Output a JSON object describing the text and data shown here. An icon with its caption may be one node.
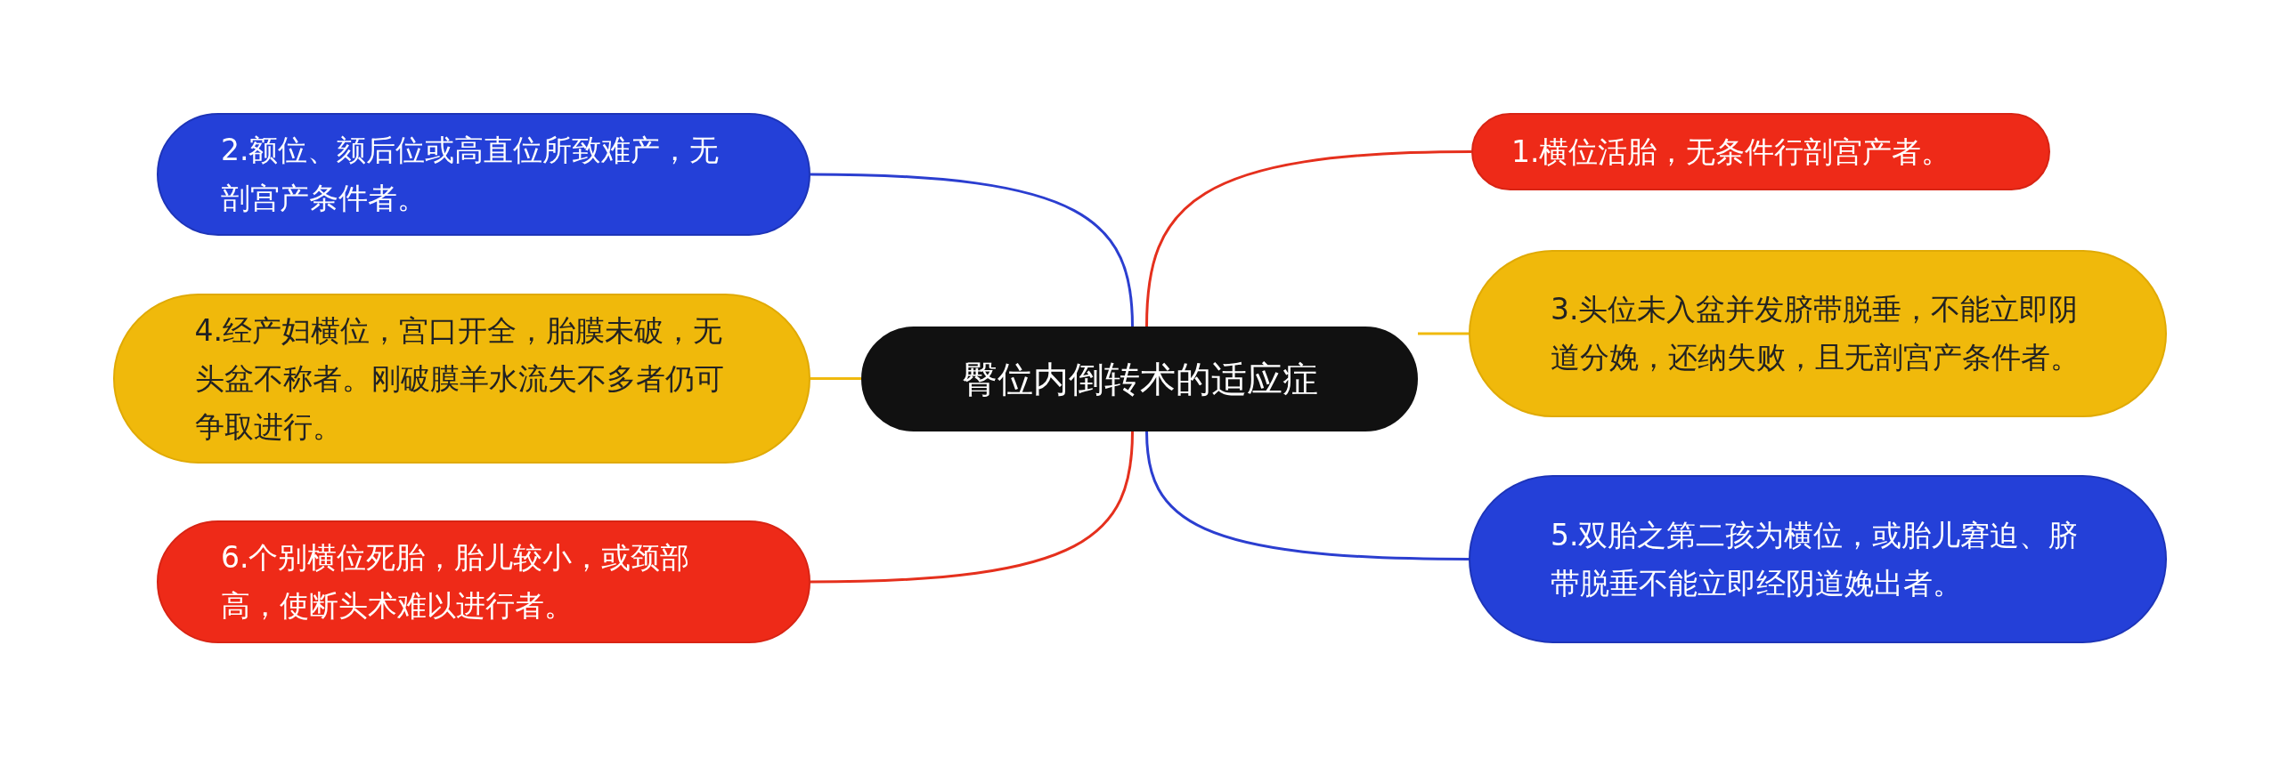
{
  "diagram": {
    "nodes": [
      {
        "text": [
          "臀位内倒转术的适应症"
        ]
      },
      {
        "text": [
          "1.横位活胎，无条件行剖宫产者。"
        ]
      },
      {
        "text": [
          "2.额位、颏后位或高直位所致难产，无剖宫产条件者。"
        ]
      },
      {
        "text": [
          "3.头位未入盆并发脐带脱垂，不能立即阴道分娩，还纳失败，且无剖宫产条件者。"
        ]
      },
      {
        "text": [
          "4.经产妇横位，宫口开全，胎膜未破，无头盆不称者。刚破膜羊水流失不多者仍可争取进行。"
        ]
      },
      {
        "text": [
          "5.双胎之第二孩为横位，或胎儿窘迫、脐带脱垂不能立即经阴道娩出者。"
        ]
      },
      {
        "text": [
          "6.个别横位死胎，胎儿较小，或颈部高，使断头术难以进行者。"
        ]
      }
    ],
    "edges": [
      {
        "from": 0,
        "to": 1,
        "arrow": "none",
        "color": "#e5301d"
      },
      {
        "from": 0,
        "to": 2,
        "arrow": "none",
        "color": "#2b3ed0"
      },
      {
        "from": 0,
        "to": 3,
        "arrow": "none",
        "color": "#f0b90d"
      },
      {
        "from": 0,
        "to": 4,
        "arrow": "none",
        "color": "#f0b90d"
      },
      {
        "from": 0,
        "to": 5,
        "arrow": "none",
        "color": "#2b3ed0"
      },
      {
        "from": 0,
        "to": 6,
        "arrow": "none",
        "color": "#e5301d"
      }
    ]
  }
}
